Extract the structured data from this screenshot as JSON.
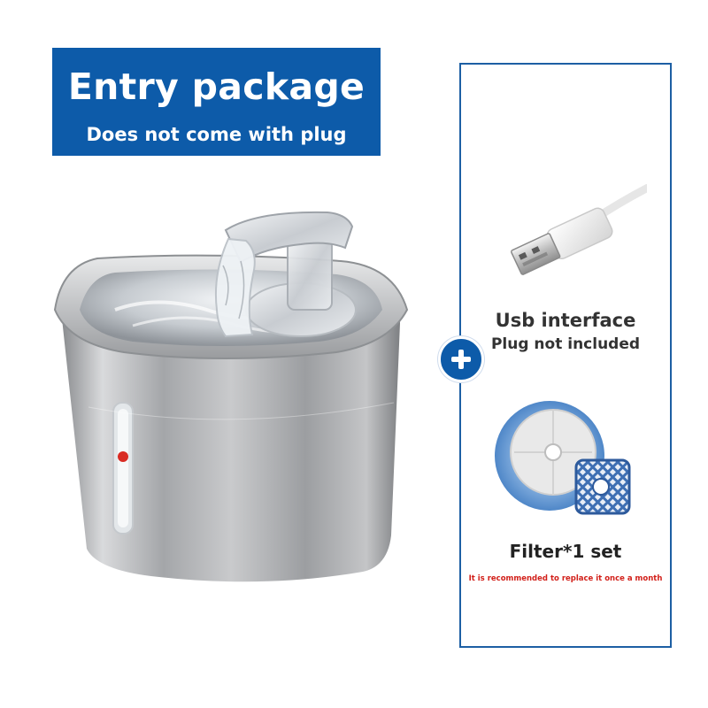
{
  "banner": {
    "title": "Entry package",
    "subtitle": "Does not come with plug"
  },
  "product": {
    "name": "stainless-steel-pet-water-fountain"
  },
  "included_items": {
    "usb": {
      "title": "Usb interface",
      "subtitle": "Plug not included"
    },
    "filter": {
      "title": "Filter*1 set",
      "note": "It is recommended to replace it once a month"
    }
  },
  "colors": {
    "banner": "#0d5ba9",
    "border": "#1d5fa4",
    "note": "#d2201a"
  },
  "icons": {
    "plus": "plus-icon"
  }
}
